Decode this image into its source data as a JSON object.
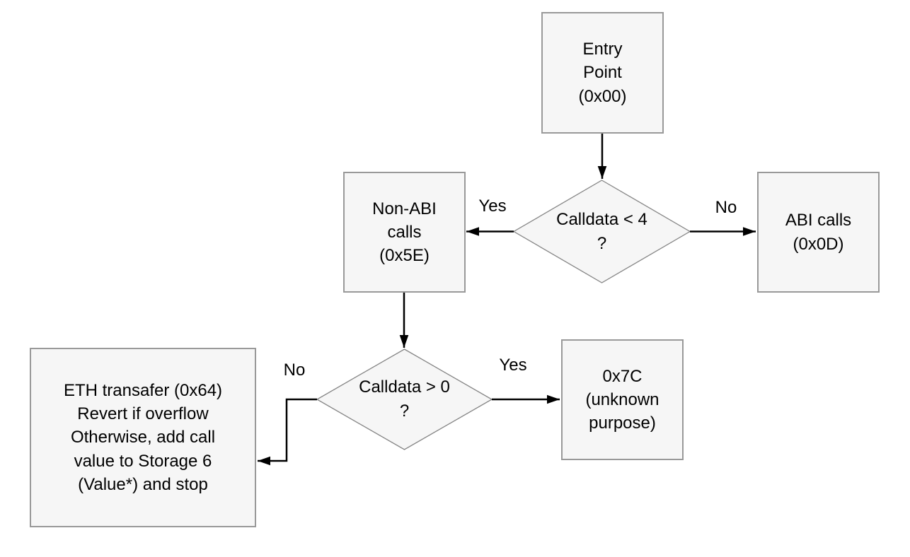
{
  "diagram": {
    "type": "flowchart",
    "colors": {
      "node_fill": "#f6f6f6",
      "node_border": "#999999",
      "diamond_border": "#858585",
      "arrow": "#000000",
      "text": "#000000"
    },
    "nodes": {
      "entry": {
        "type": "process",
        "label": "Entry\nPoint\n(0x00)"
      },
      "calldata_lt_4": {
        "type": "decision",
        "label": "Calldata < 4\n?"
      },
      "non_abi": {
        "type": "process",
        "label": "Non-ABI\ncalls\n(0x5E)"
      },
      "abi": {
        "type": "process",
        "label": "ABI calls\n(0x0D)"
      },
      "calldata_gt_0": {
        "type": "decision",
        "label": "Calldata > 0\n?"
      },
      "x7c": {
        "type": "process",
        "label": "0x7C\n(unknown\npurpose)"
      },
      "eth_transfer": {
        "type": "process",
        "label": "ETH transafer (0x64)\nRevert if overflow\nOtherwise, add call\nvalue to Storage 6\n(Value*) and stop"
      }
    },
    "edges": [
      {
        "from": "entry",
        "to": "calldata_lt_4",
        "label": ""
      },
      {
        "from": "calldata_lt_4",
        "to": "non_abi",
        "label": "Yes"
      },
      {
        "from": "calldata_lt_4",
        "to": "abi",
        "label": "No"
      },
      {
        "from": "non_abi",
        "to": "calldata_gt_0",
        "label": ""
      },
      {
        "from": "calldata_gt_0",
        "to": "x7c",
        "label": "Yes"
      },
      {
        "from": "calldata_gt_0",
        "to": "eth_transfer",
        "label": "No"
      }
    ]
  }
}
